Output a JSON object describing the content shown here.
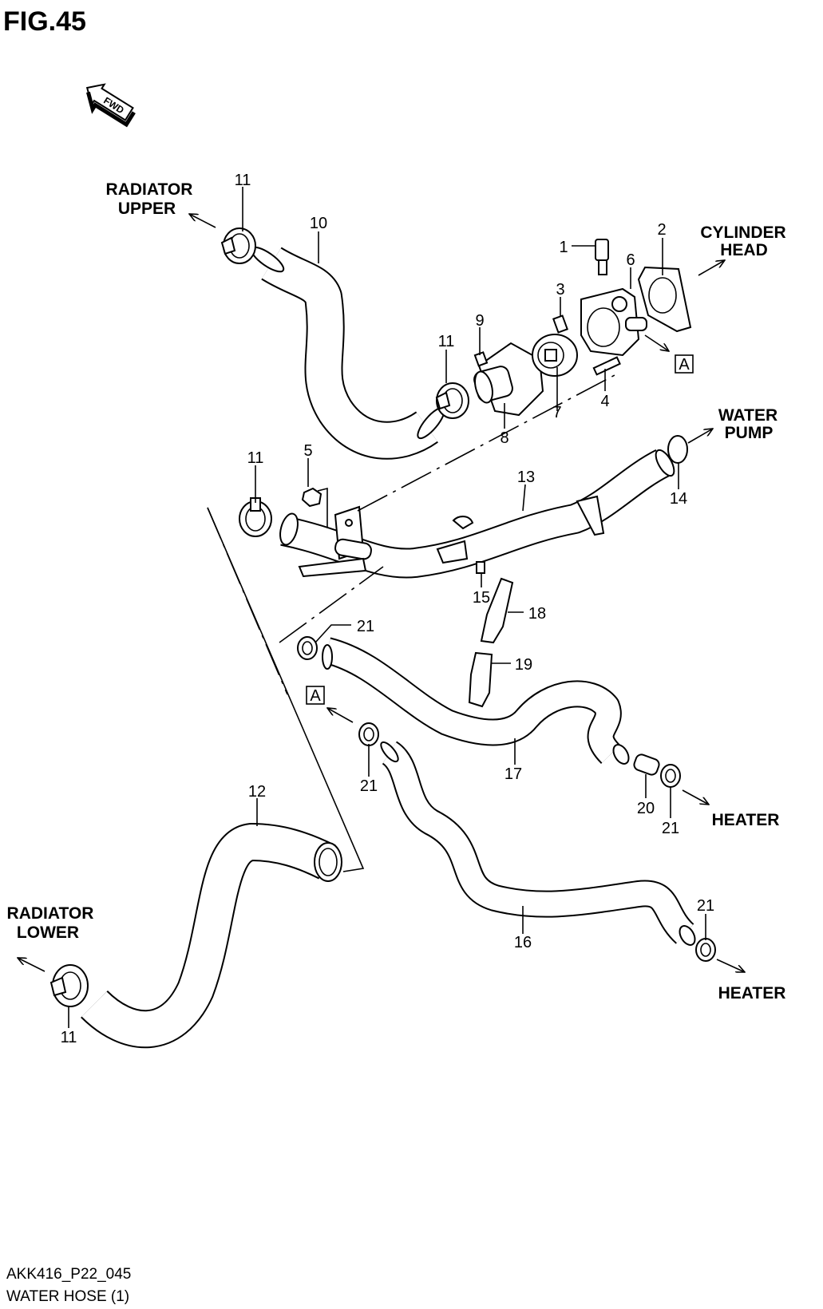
{
  "figure": {
    "title": "FIG.45",
    "fwd_label": "FWD",
    "code": "AKK416_P22_045",
    "caption": "WATER HOSE (1)"
  },
  "destinations": {
    "radiator_upper_1": "RADIATOR",
    "radiator_upper_2": "UPPER",
    "cylinder_head_1": "CYLINDER",
    "cylinder_head_2": "HEAD",
    "water_pump_1": "WATER",
    "water_pump_2": "PUMP",
    "radiator_lower_1": "RADIATOR",
    "radiator_lower_2": "LOWER",
    "heater_1": "HEATER",
    "heater_2": "HEATER"
  },
  "reference_marks": {
    "a_top": "A",
    "a_mid": "A"
  },
  "callouts": {
    "c1": "1",
    "c2": "2",
    "c3": "3",
    "c4": "4",
    "c5": "5",
    "c6": "6",
    "c7": "7",
    "c8": "8",
    "c9": "9",
    "c10": "10",
    "c11_upper": "11",
    "c11_mid": "11",
    "c11_left": "11",
    "c11_lower": "11",
    "c12": "12",
    "c13": "13",
    "c14": "14",
    "c15": "15",
    "c16": "16",
    "c17": "17",
    "c18": "18",
    "c19": "19",
    "c20": "20",
    "c21_a": "21",
    "c21_b": "21",
    "c21_c": "21",
    "c21_d": "21"
  },
  "icons": [
    "fwd-arrow-icon",
    "flow-arrow-icon",
    "hose-clamp-icon",
    "thermostat-icon",
    "gasket-icon"
  ]
}
